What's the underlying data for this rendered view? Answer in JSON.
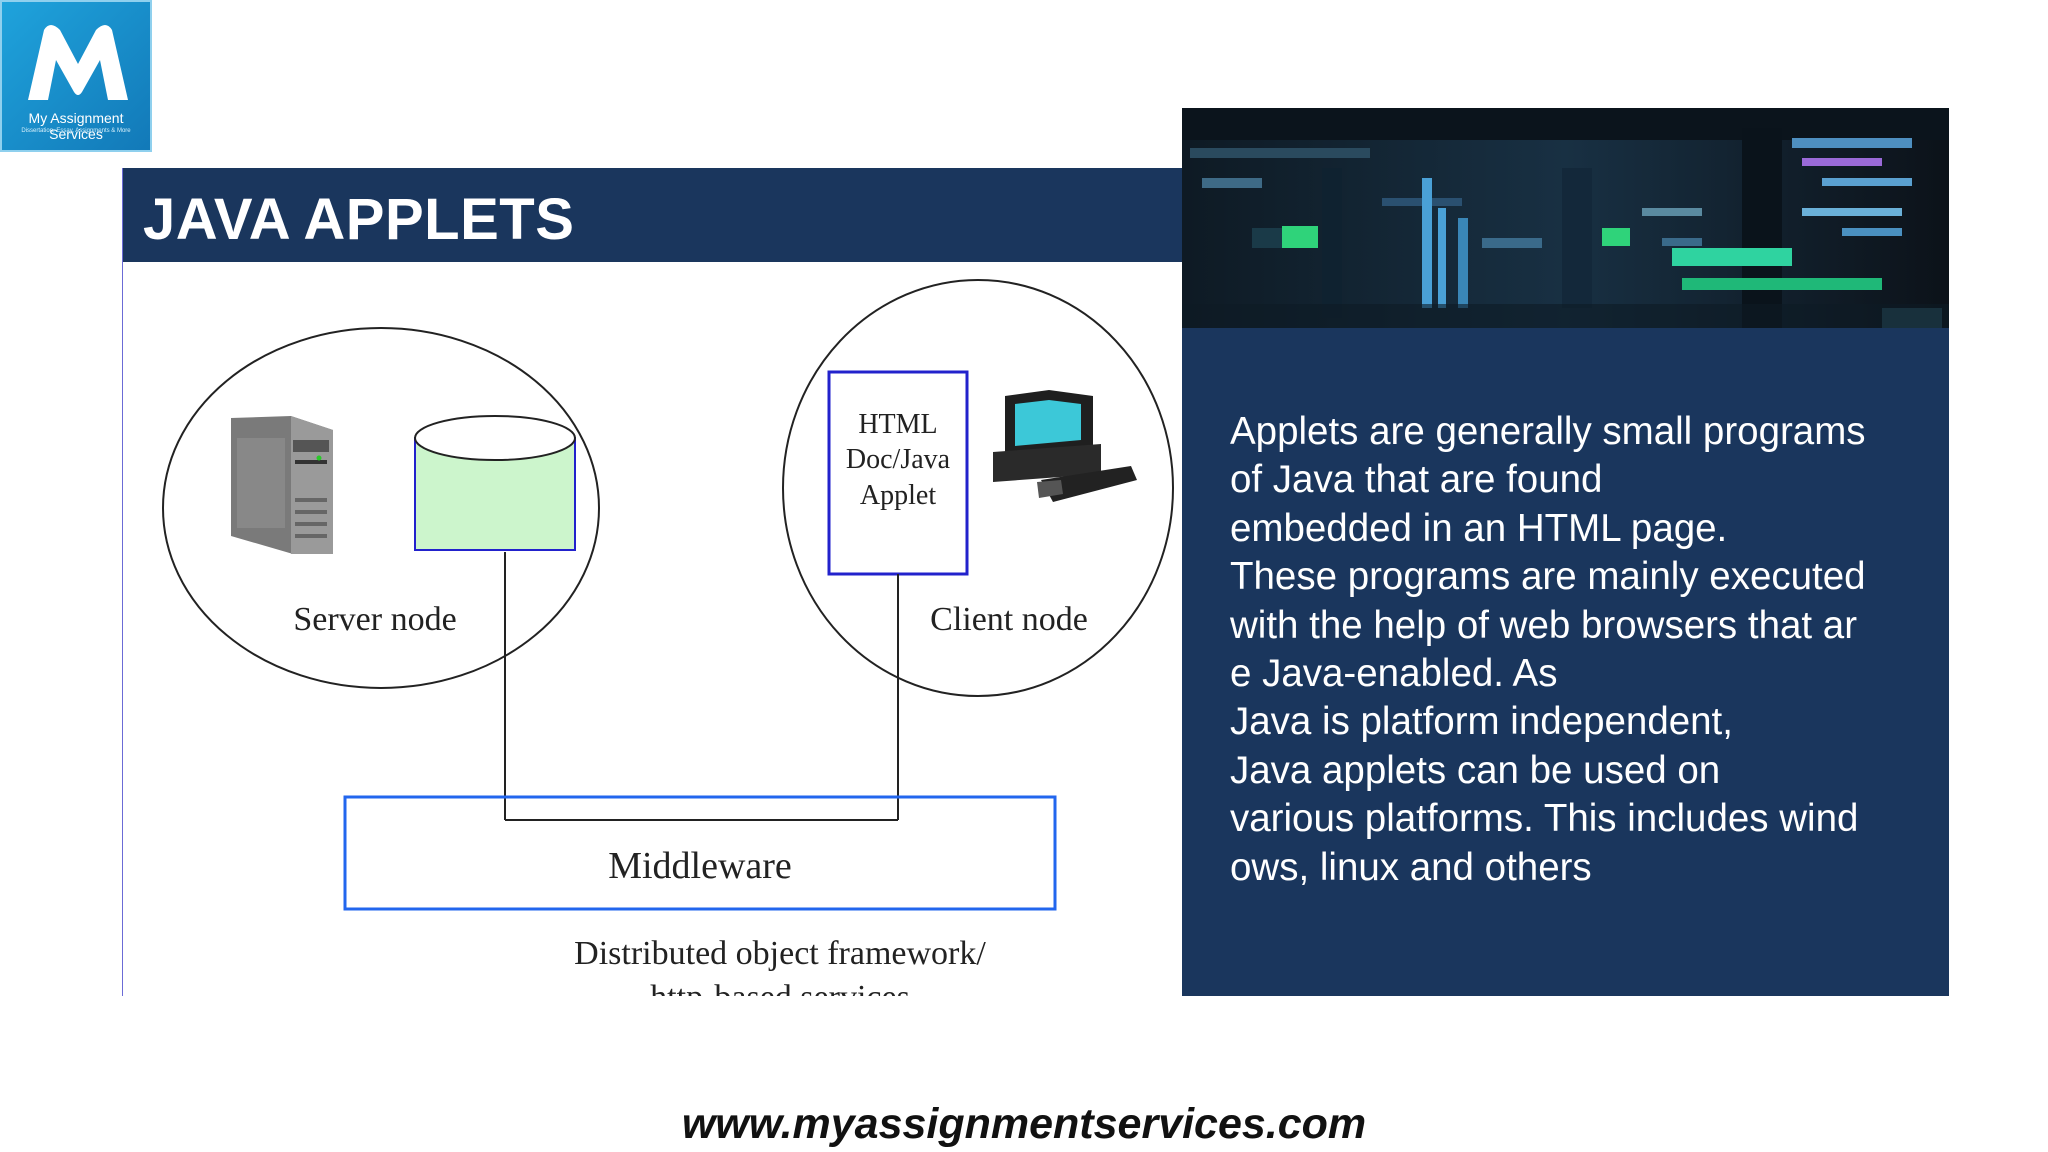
{
  "logo": {
    "name": "My Assignment Services",
    "tagline": "Dissertation, Essay, Assignments & More"
  },
  "slide": {
    "title": "JAVA APPLETS",
    "description_lines": [
      "Applets are generally small programs",
      "of Java that are found",
      "embedded in an HTML page.",
      "These programs are mainly executed",
      "with the help of web browsers that ar",
      "e Java-enabled. As",
      "Java is platform independent,",
      "Java applets can be used on",
      "various platforms. This includes wind",
      "ows, linux and others"
    ]
  },
  "diagram": {
    "server_node_label": "Server node",
    "client_node_label": "Client node",
    "applet_box_lines": [
      "HTML",
      "Doc/Java",
      "Applet"
    ],
    "middleware_label": "Middleware",
    "framework_label": "Distributed object framework/",
    "framework_label_cut": "http-based services"
  },
  "footer": {
    "url": "www.myassignmentservices.com"
  },
  "colors": {
    "navy": "#1a365d",
    "blue_box": "#2222cc",
    "database_fill": "#ccf5cc",
    "logo_blue": "#1e96d2"
  },
  "icons": [
    "logo-m-icon",
    "server-tower-icon",
    "database-cylinder-icon",
    "desktop-computer-icon"
  ]
}
